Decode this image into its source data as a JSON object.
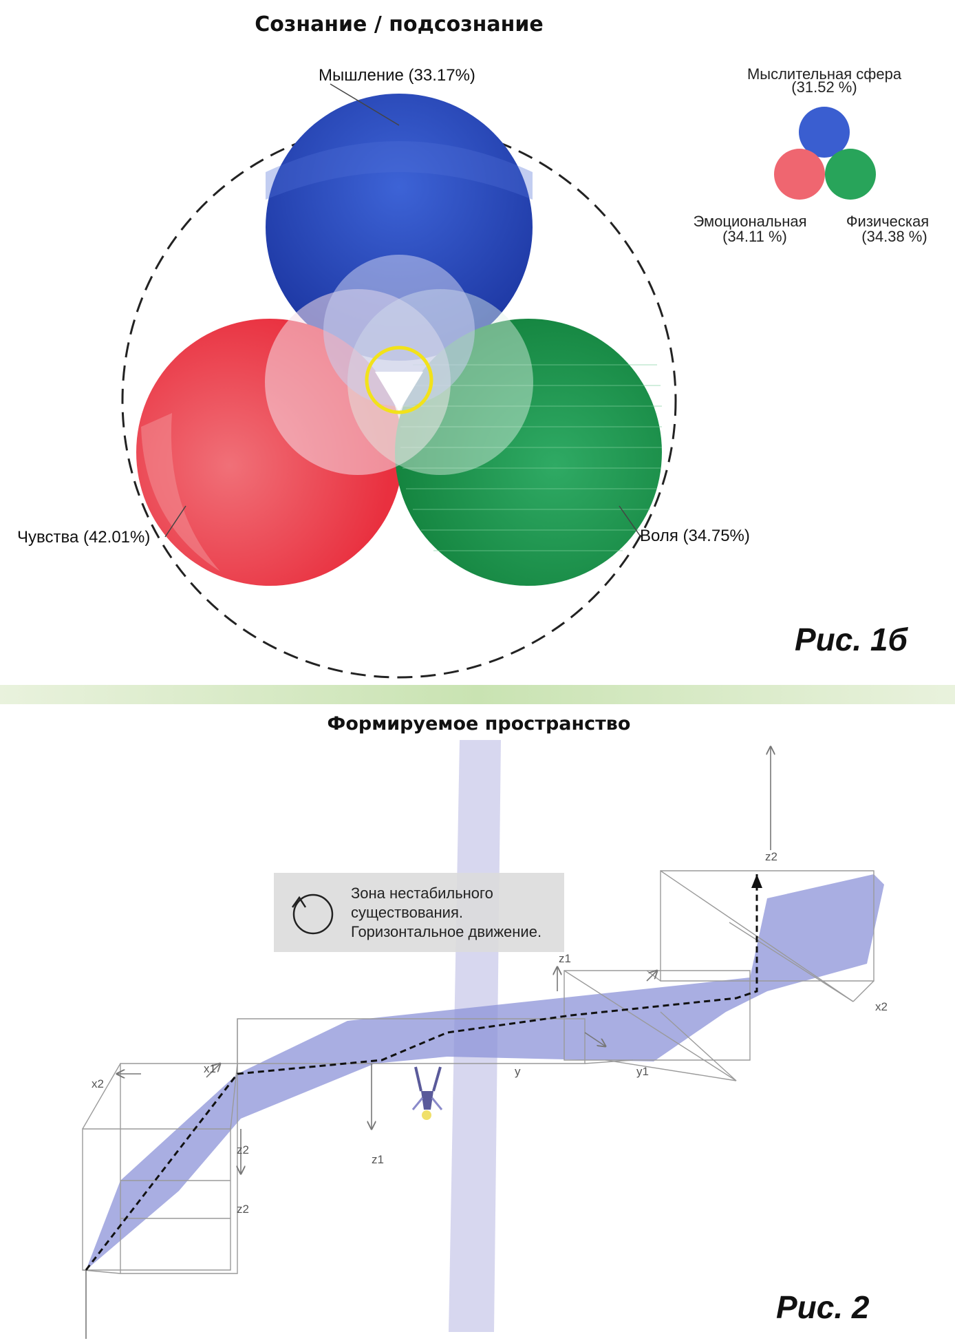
{
  "figure1": {
    "title": "Сознание / подсознание",
    "circles": {
      "thinking": {
        "label": "Мышление (33.17%)",
        "color": "#2f4fbf",
        "value": 33.17
      },
      "feelings": {
        "label": "Чувства (42.01%)",
        "color": "#ee4a55",
        "value": 42.01
      },
      "will": {
        "label": "Воля (34.75%)",
        "color": "#1f9a55",
        "value": 34.75
      }
    },
    "legend": {
      "mental": {
        "label": "Мыслительная сфера",
        "value": "(31.52 %)",
        "color": "#3a5ed0"
      },
      "emotional": {
        "label": "Эмоциональная",
        "value": "(34.11 %)",
        "color": "#ef6670"
      },
      "physical": {
        "label": "Физическая",
        "value": "(34.38 %)",
        "color": "#28a45a"
      }
    },
    "center_ring_color": "#f2e21a",
    "caption": "Рис. 1б"
  },
  "figure2": {
    "title": "Формируемое пространство",
    "zone_box": {
      "line1": "Зона нестабильного",
      "line2": "существования.",
      "line3": "Горизонтальное движение."
    },
    "axis_labels": {
      "z2_top": "z2",
      "x2_right": "x2",
      "z1_mid": "z1",
      "y_center": "y",
      "y1": "y1",
      "x1_left": "x1",
      "x2_left": "x2",
      "z1_low": "z1",
      "z2_low_a": "z2",
      "z2_low_b": "z2"
    },
    "ribbon_color": "#8c93d8",
    "pillar_color": "#c9c9ea",
    "caption": "Рис. 2"
  }
}
